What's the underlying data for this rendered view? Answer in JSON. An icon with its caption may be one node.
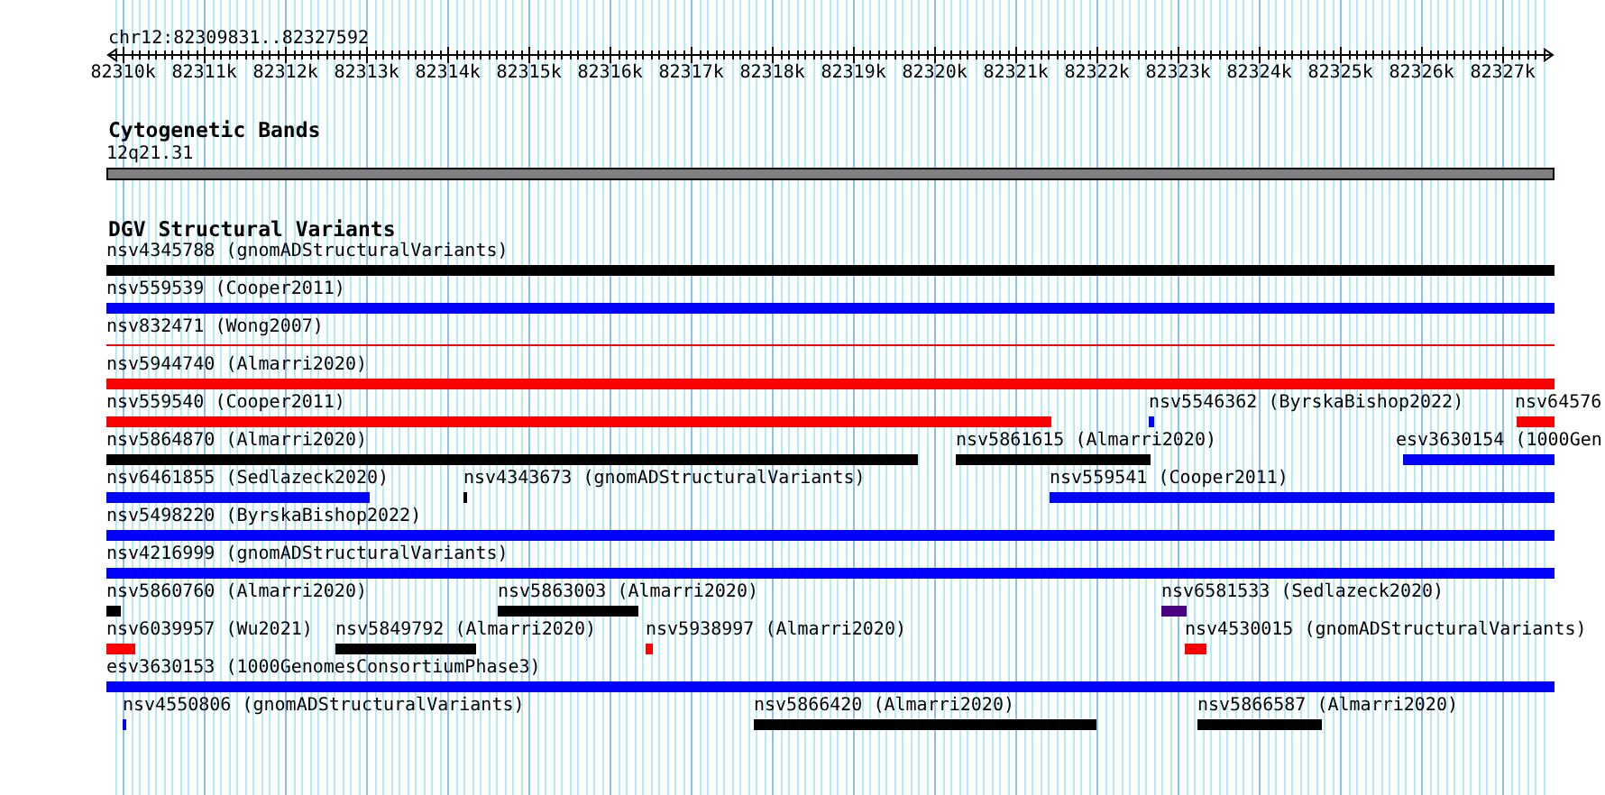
{
  "diagram": {
    "nodes": [
      {
        "text": [
          "12q21.31"
        ]
      },
      {
        "text": [
          "nsv4345788 (gnomADStructuralVariants)"
        ]
      },
      {
        "text": [
          "nsv559539 (Cooper2011)"
        ]
      },
      {
        "text": [
          "nsv832471 (Wong2007)"
        ]
      },
      {
        "text": [
          "nsv5944740 (Almarri2020)"
        ]
      },
      {
        "text": [
          "nsv559540 (Cooper2011)"
        ]
      },
      {
        "text": [
          "nsv5546362 (ByrskaBishop2022)"
        ]
      },
      {
        "text": [
          "nsv64576"
        ]
      },
      {
        "text": [
          "nsv5864870 (Almarri2020)"
        ]
      },
      {
        "text": [
          "nsv5861615 (Almarri2020)"
        ]
      },
      {
        "text": [
          "esv3630154 (1000Gen"
        ]
      },
      {
        "text": [
          "nsv6461855 (Sedlazeck2020)"
        ]
      },
      {
        "text": [
          "nsv4343673 (gnomADStructuralVariants)"
        ]
      },
      {
        "text": [
          "nsv559541 (Cooper2011)"
        ]
      },
      {
        "text": [
          "nsv5498220 (ByrskaBishop2022)"
        ]
      },
      {
        "text": [
          "nsv4216999 (gnomADStructuralVariants)"
        ]
      },
      {
        "text": [
          "nsv5860760 (Almarri2020)"
        ]
      },
      {
        "text": [
          "nsv5863003 (Almarri2020)"
        ]
      },
      {
        "text": [
          "nsv6581533 (Sedlazeck2020)"
        ]
      },
      {
        "text": [
          "nsv6039957 (Wu2021)"
        ]
      },
      {
        "text": [
          "nsv5849792 (Almarri2020)"
        ]
      },
      {
        "text": [
          "nsv5938997 (Almarri2020)"
        ]
      },
      {
        "text": [
          "nsv4530015 (gnomADStructuralVariants)"
        ]
      },
      {
        "text": [
          "esv3630153 (1000GenomesConsortiumPhase3)"
        ]
      },
      {
        "text": [
          "nsv4550806 (gnomADStructuralVariants)"
        ]
      },
      {
        "text": [
          "nsv5866420 (Almarri2020)"
        ]
      },
      {
        "text": [
          "nsv5866587 (Almarri2020)"
        ]
      }
    ],
    "labels": [
      "chr12:82309831..82327592",
      "82310k",
      "82311k",
      "82312k",
      "82313k",
      "82314k",
      "82315k",
      "82316k",
      "82317k",
      "82318k",
      "82319k",
      "82320k",
      "82321k",
      "82322k",
      "82323k",
      "82324k",
      "82325k",
      "82326k",
      "82327k",
      "Cytogenetic Bands",
      "DGV Structural Variants"
    ]
  }
}
